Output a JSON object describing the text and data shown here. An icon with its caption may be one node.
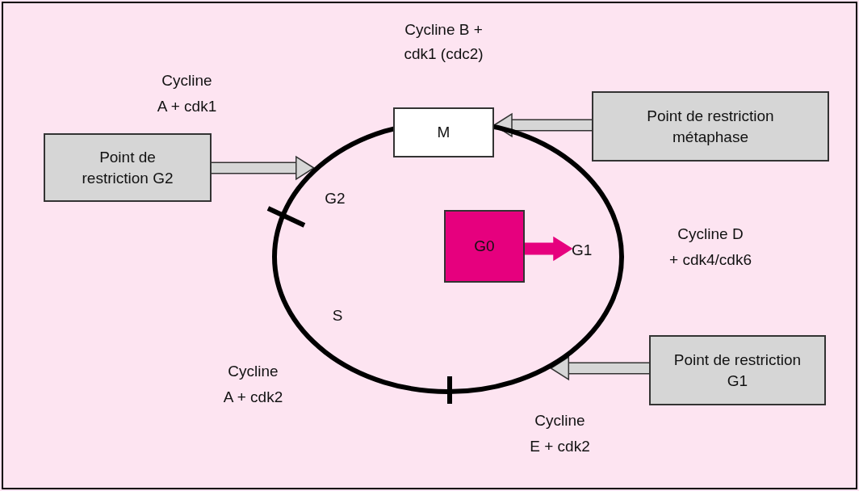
{
  "diagram": {
    "nodes": [
      {
        "text": [
          "Point de restriction G2"
        ]
      },
      {
        "text": [
          "M"
        ],
        "beside": [
          "Cycline B + cdk1 (cdc2)"
        ]
      },
      {
        "text": [
          "Point de restriction métaphase"
        ]
      },
      {
        "text": [],
        "shape": "circle"
      },
      {
        "text": [
          "G0"
        ],
        "in": 3
      },
      {
        "text": [
          "G1"
        ],
        "in": 3
      },
      {
        "text": [
          "Point de restriction G1"
        ]
      }
    ],
    "edges": [
      {
        "from": 0,
        "to": 3,
        "arrow": "to"
      },
      {
        "from": 2,
        "to": 1,
        "arrow": "to"
      },
      {
        "from": 4,
        "to": 5,
        "arrow": "to",
        "color": "#e6007e"
      },
      {
        "from": 6,
        "to": 3,
        "arrow": "to"
      }
    ],
    "labels": [
      "Cycline A + cdk1",
      "G2",
      "Cycline D + cdk4/cdk6",
      "S",
      "Cycline A + cdk2",
      "Cycline E + cdk2"
    ]
  }
}
